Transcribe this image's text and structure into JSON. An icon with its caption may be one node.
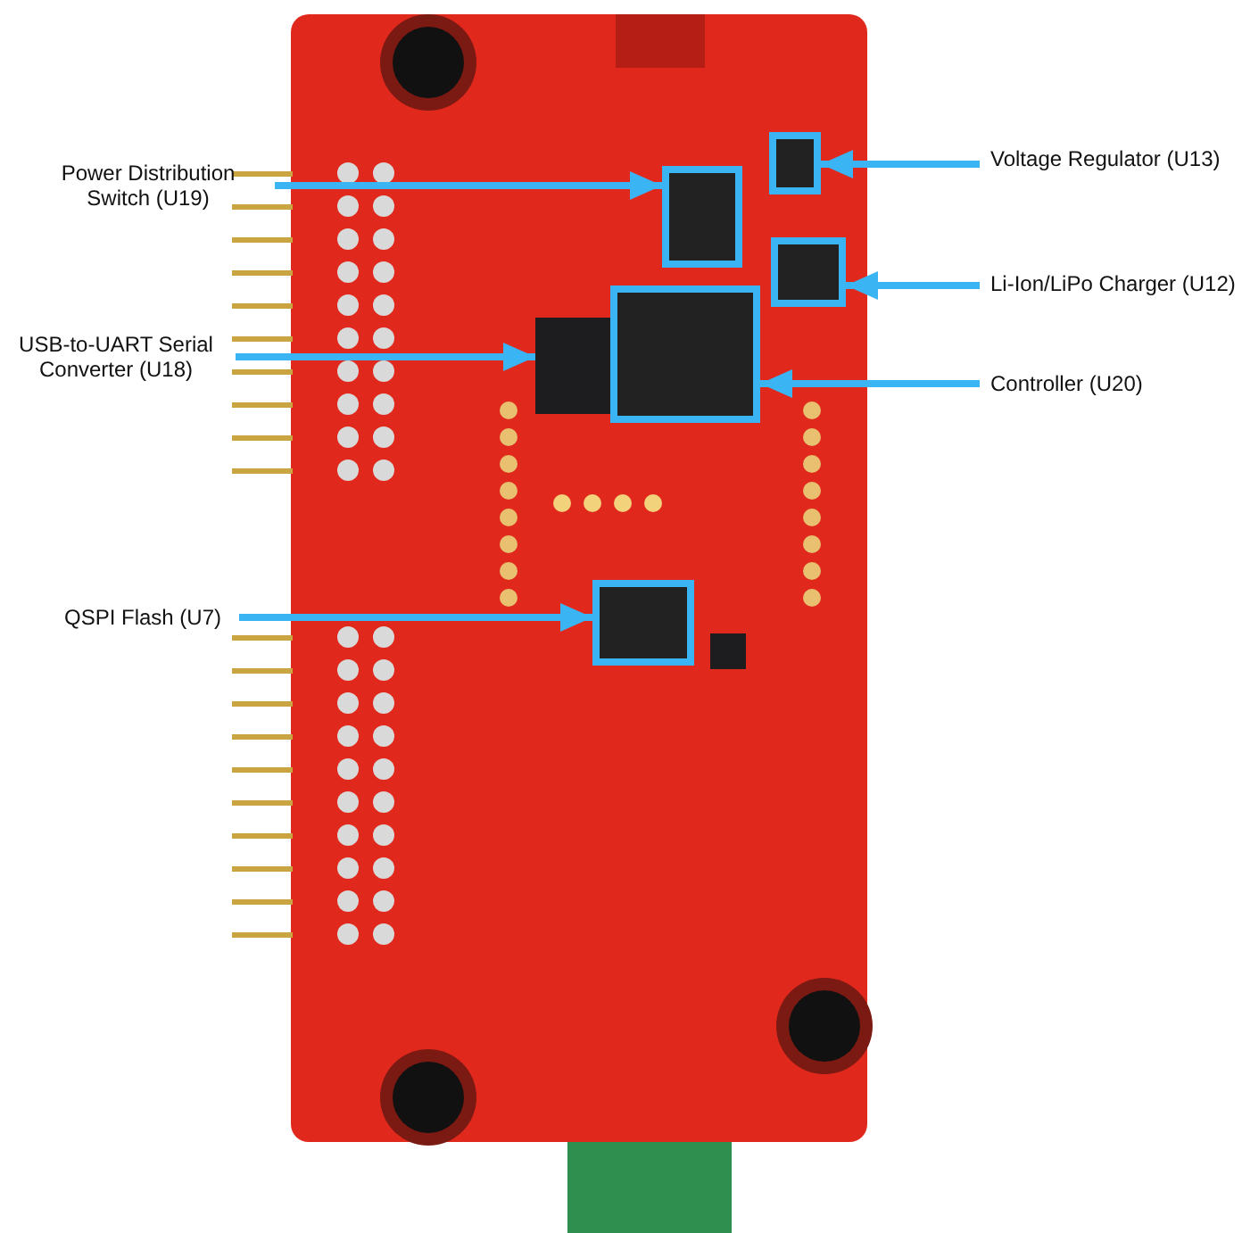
{
  "diagram": {
    "nodes": [
      {
        "text": [
          "Power Distribution Switch (U19)"
        ]
      },
      {
        "text": [
          "USB-to-UART Serial Converter (U18)"
        ]
      },
      {
        "text": [
          "QSPI Flash (U7)"
        ]
      },
      {
        "text": [
          "Voltage Regulator (U13)"
        ]
      },
      {
        "text": [
          "Li-Ion/LiPo Charger (U12)"
        ]
      },
      {
        "text": [
          "Controller (U20)"
        ]
      },
      {
        "text": [],
        "shape": "box"
      },
      {
        "text": [],
        "shape": "box"
      },
      {
        "text": [],
        "shape": "box"
      },
      {
        "text": [],
        "shape": "box"
      },
      {
        "text": [],
        "shape": "box"
      },
      {
        "text": [],
        "shape": "box"
      }
    ],
    "edges": [
      {
        "from": 0,
        "to": 9,
        "arrow": "to"
      },
      {
        "from": 1,
        "to": 6,
        "arrow": "to"
      },
      {
        "from": 2,
        "to": 7,
        "arrow": "to"
      },
      {
        "from": 3,
        "to": 10,
        "arrow": "to"
      },
      {
        "from": 4,
        "to": 11,
        "arrow": "to"
      },
      {
        "from": 5,
        "to": 8,
        "arrow": "to"
      }
    ]
  }
}
